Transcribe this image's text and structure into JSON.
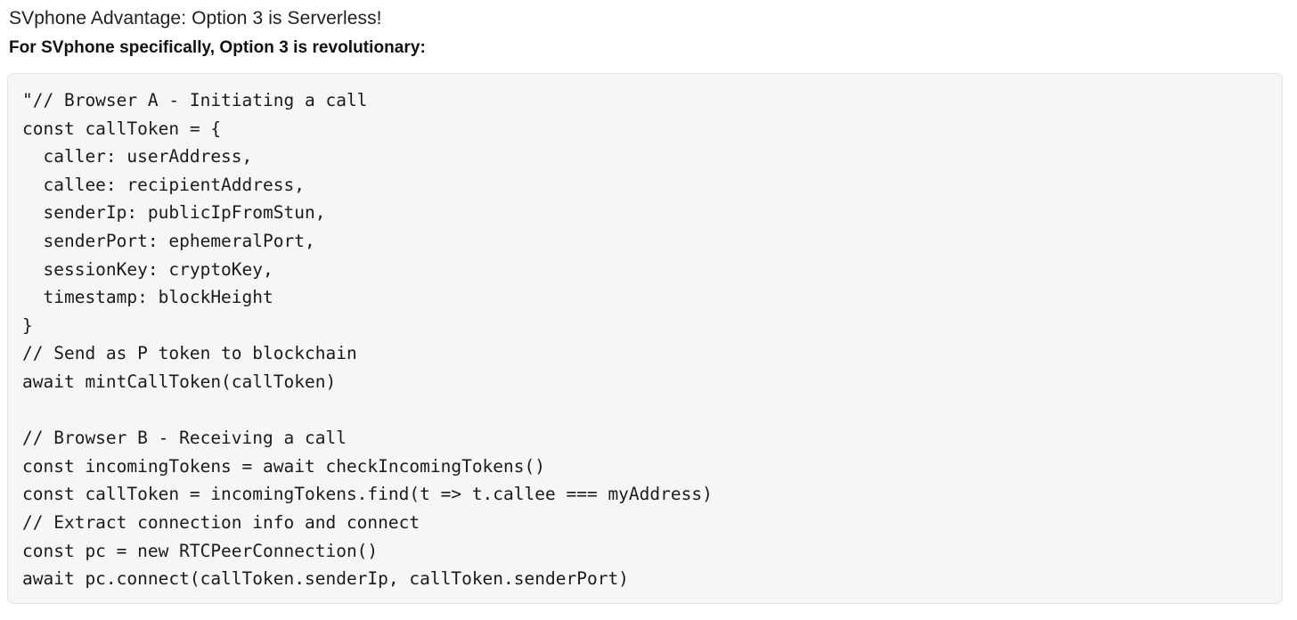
{
  "document": {
    "background_color": "#ffffff",
    "text_color": "#1a1a1a"
  },
  "heading": {
    "primary": "SVphone Advantage: Option 3 is Serverless!",
    "secondary": "For SVphone specifically, Option 3 is revolutionary:"
  },
  "code_block": {
    "language": "javascript",
    "background_color": "#f6f6f6",
    "border_color": "#e3e3e3",
    "text_color": "#1b1b1b",
    "lines": [
      "\"// Browser A - Initiating a call",
      "const callToken = {",
      "  caller: userAddress,",
      "  callee: recipientAddress,",
      "  senderIp: publicIpFromStun,",
      "  senderPort: ephemeralPort,",
      "  sessionKey: cryptoKey,",
      "  timestamp: blockHeight",
      "}",
      "// Send as P token to blockchain",
      "await mintCallToken(callToken)",
      "",
      "// Browser B - Receiving a call",
      "const incomingTokens = await checkIncomingTokens()",
      "const callToken = incomingTokens.find(t => t.callee === myAddress)",
      "// Extract connection info and connect",
      "const pc = new RTCPeerConnection()",
      "await pc.connect(callToken.senderIp, callToken.senderPort)"
    ]
  }
}
